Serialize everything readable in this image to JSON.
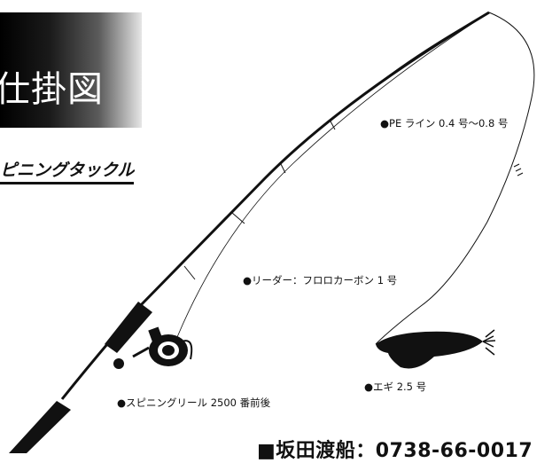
{
  "title": "仕掛図",
  "subtitle": "ピニングタックル",
  "labels": {
    "pe_line": "●PE ライン 0.4 号〜0.8 号",
    "leader": "●リーダー：フロロカーボン 1 号",
    "egi": "●エギ 2.5 号",
    "reel": "●スピニングリール 2500 番前後"
  },
  "footer": "■坂田渡船：0738-66-0017",
  "colors": {
    "ink": "#111111",
    "banner_dark": "#000000",
    "background": "#ffffff"
  }
}
